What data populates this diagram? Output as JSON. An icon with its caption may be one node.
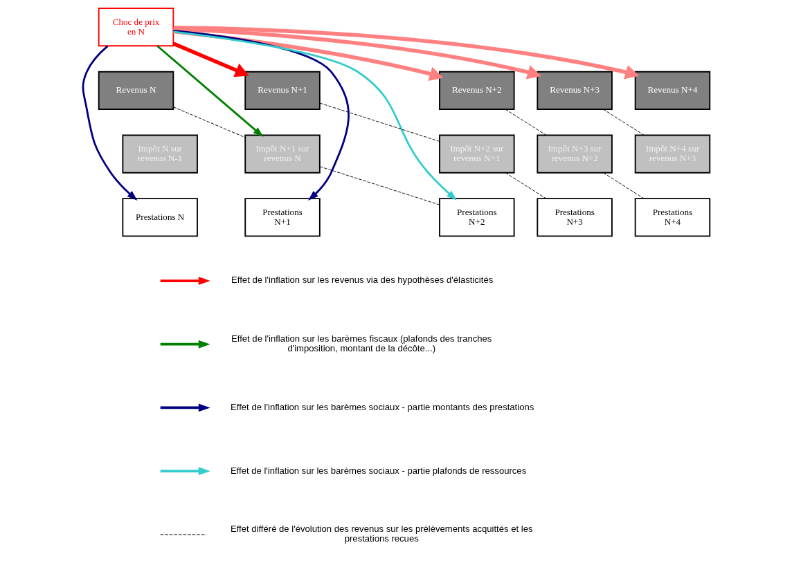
{
  "diagram": {
    "nodes": [
      {
        "text": [
          "Choc de prix en N"
        ]
      },
      {
        "text": [
          "Revenus N"
        ]
      },
      {
        "text": [
          "Revenus N+1"
        ]
      },
      {
        "text": [
          "Revenus N+2"
        ]
      },
      {
        "text": [
          "Revenus N+3"
        ]
      },
      {
        "text": [
          "Revenus N+4"
        ]
      },
      {
        "text": [
          "Impôt N sur revenus N-1"
        ]
      },
      {
        "text": [
          "Impôt N+1 sur revenus N"
        ]
      },
      {
        "text": [
          "Impôt N+2 sur revenus N+1"
        ]
      },
      {
        "text": [
          "Impôt N+3 sur revenus N+2"
        ]
      },
      {
        "text": [
          "Impôt N+4 sur revenus N+3"
        ]
      },
      {
        "text": [
          "Prestations N"
        ]
      },
      {
        "text": [
          "Prestations N+1"
        ]
      },
      {
        "text": [
          "Prestations N+2"
        ]
      },
      {
        "text": [
          "Prestations N+3"
        ]
      },
      {
        "text": [
          "Prestations N+4"
        ]
      }
    ],
    "edges": [
      {
        "from": 0,
        "to": 2,
        "arrow": "to",
        "style": "thick",
        "color": "#ff0000"
      },
      {
        "from": 0,
        "to": 3,
        "arrow": "to",
        "style": "thick",
        "color": "#ff8080"
      },
      {
        "from": 0,
        "to": 4,
        "arrow": "to",
        "style": "thick",
        "color": "#ff8080"
      },
      {
        "from": 0,
        "to": 5,
        "arrow": "to",
        "style": "thick",
        "color": "#ff8080"
      },
      {
        "from": 0,
        "to": 7,
        "arrow": "to",
        "color": "#008000"
      },
      {
        "from": 0,
        "to": 11,
        "arrow": "to",
        "color": "#000080"
      },
      {
        "from": 0,
        "to": 12,
        "arrow": "to",
        "color": "#000080"
      },
      {
        "from": 0,
        "to": 13,
        "arrow": "to",
        "color": "#33cccc"
      },
      {
        "from": 1,
        "to": 7,
        "arrow": "none",
        "style": "dashed"
      },
      {
        "from": 2,
        "to": 8,
        "arrow": "none",
        "style": "dashed"
      },
      {
        "from": 3,
        "to": 9,
        "arrow": "none",
        "style": "dashed"
      },
      {
        "from": 4,
        "to": 10,
        "arrow": "none",
        "style": "dashed"
      },
      {
        "from": 7,
        "to": 13,
        "arrow": "none",
        "style": "dashed"
      },
      {
        "from": 8,
        "to": 14,
        "arrow": "none",
        "style": "dashed"
      },
      {
        "from": 9,
        "to": 15,
        "arrow": "none",
        "style": "dashed"
      }
    ],
    "legend": [
      {
        "text": "Effet de l'inflation sur les revenus via des hypothèses d'élasticités"
      },
      {
        "text": "Effet de l'inflation sur les barèmes fiscaux (plafonds des tranches d'imposition, montant de la décôte...)"
      },
      {
        "text": "Effet de l'inflation sur les barèmes sociaux - partie montants des prestations"
      },
      {
        "text": "Effet de l'inflation sur les barèmes sociaux - partie plafonds de ressources"
      },
      {
        "text": "Effet différé de l'évolution des revenus sur les prélèvements acquittés et les prestations recues"
      }
    ]
  }
}
